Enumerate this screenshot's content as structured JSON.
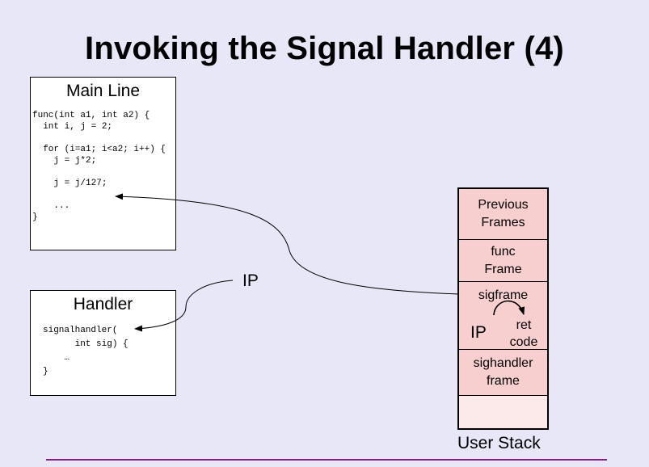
{
  "title": "Invoking the Signal Handler (4)",
  "main_line": {
    "title": "Main Line",
    "code": [
      "func(int a1, int a2) {",
      "  int i, j = 2;",
      "",
      "  for (i=a1; i<a2; i++) {",
      "    j = j*2;",
      "",
      "    j = j/127;",
      "",
      "    ...",
      "}"
    ]
  },
  "handler": {
    "title": "Handler",
    "code": [
      "signalhandler(",
      "      int sig) {",
      "    …",
      "}"
    ]
  },
  "ip_label": "IP",
  "stack": {
    "caption": "User Stack",
    "previous_frames": [
      "Previous",
      "Frames"
    ],
    "func_frame": [
      "func",
      "Frame"
    ],
    "sigframe": {
      "title": "sigframe",
      "ip": "IP",
      "ret_code": [
        "ret",
        "code"
      ]
    },
    "sighandler_frame": [
      "sighandler",
      "frame"
    ]
  },
  "colors": {
    "background": "#e7e7f8",
    "frame_fill": "#f7cfcf",
    "stack_empty_fill": "#fce9e9",
    "rule": "#8a1c87"
  }
}
